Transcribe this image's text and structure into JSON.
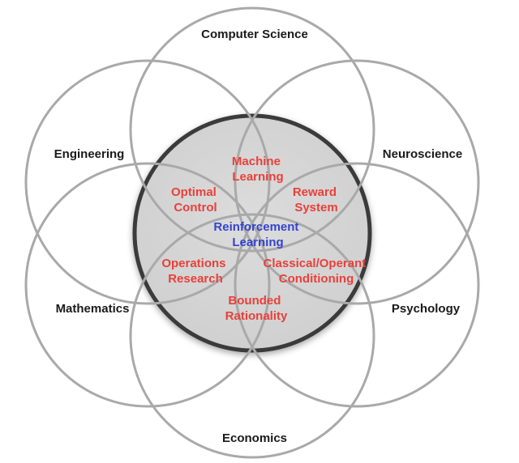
{
  "disciplines": [
    {
      "label": "Computer Science"
    },
    {
      "label": "Neuroscience"
    },
    {
      "label": "Psychology"
    },
    {
      "label": "Economics"
    },
    {
      "label": "Mathematics"
    },
    {
      "label": "Engineering"
    }
  ],
  "subfields": [
    {
      "lines": [
        "Machine",
        "Learning"
      ]
    },
    {
      "lines": [
        "Reward",
        "System"
      ]
    },
    {
      "lines": [
        "Classical/Operant",
        "Conditioning"
      ]
    },
    {
      "lines": [
        "Bounded",
        "Rationality"
      ]
    },
    {
      "lines": [
        "Operations",
        "Research"
      ]
    },
    {
      "lines": [
        "Optimal",
        "Control"
      ]
    }
  ],
  "core": {
    "lines": [
      "Reinforcement",
      "Learning"
    ]
  },
  "colors": {
    "circle_stroke": "#a9a9a9",
    "core_fill": "#d9d9d9",
    "core_stroke": "#3a3a3a",
    "subfield_text": "#e8403a",
    "core_text": "#3344cc",
    "discipline_text": "#1a1a1a"
  }
}
